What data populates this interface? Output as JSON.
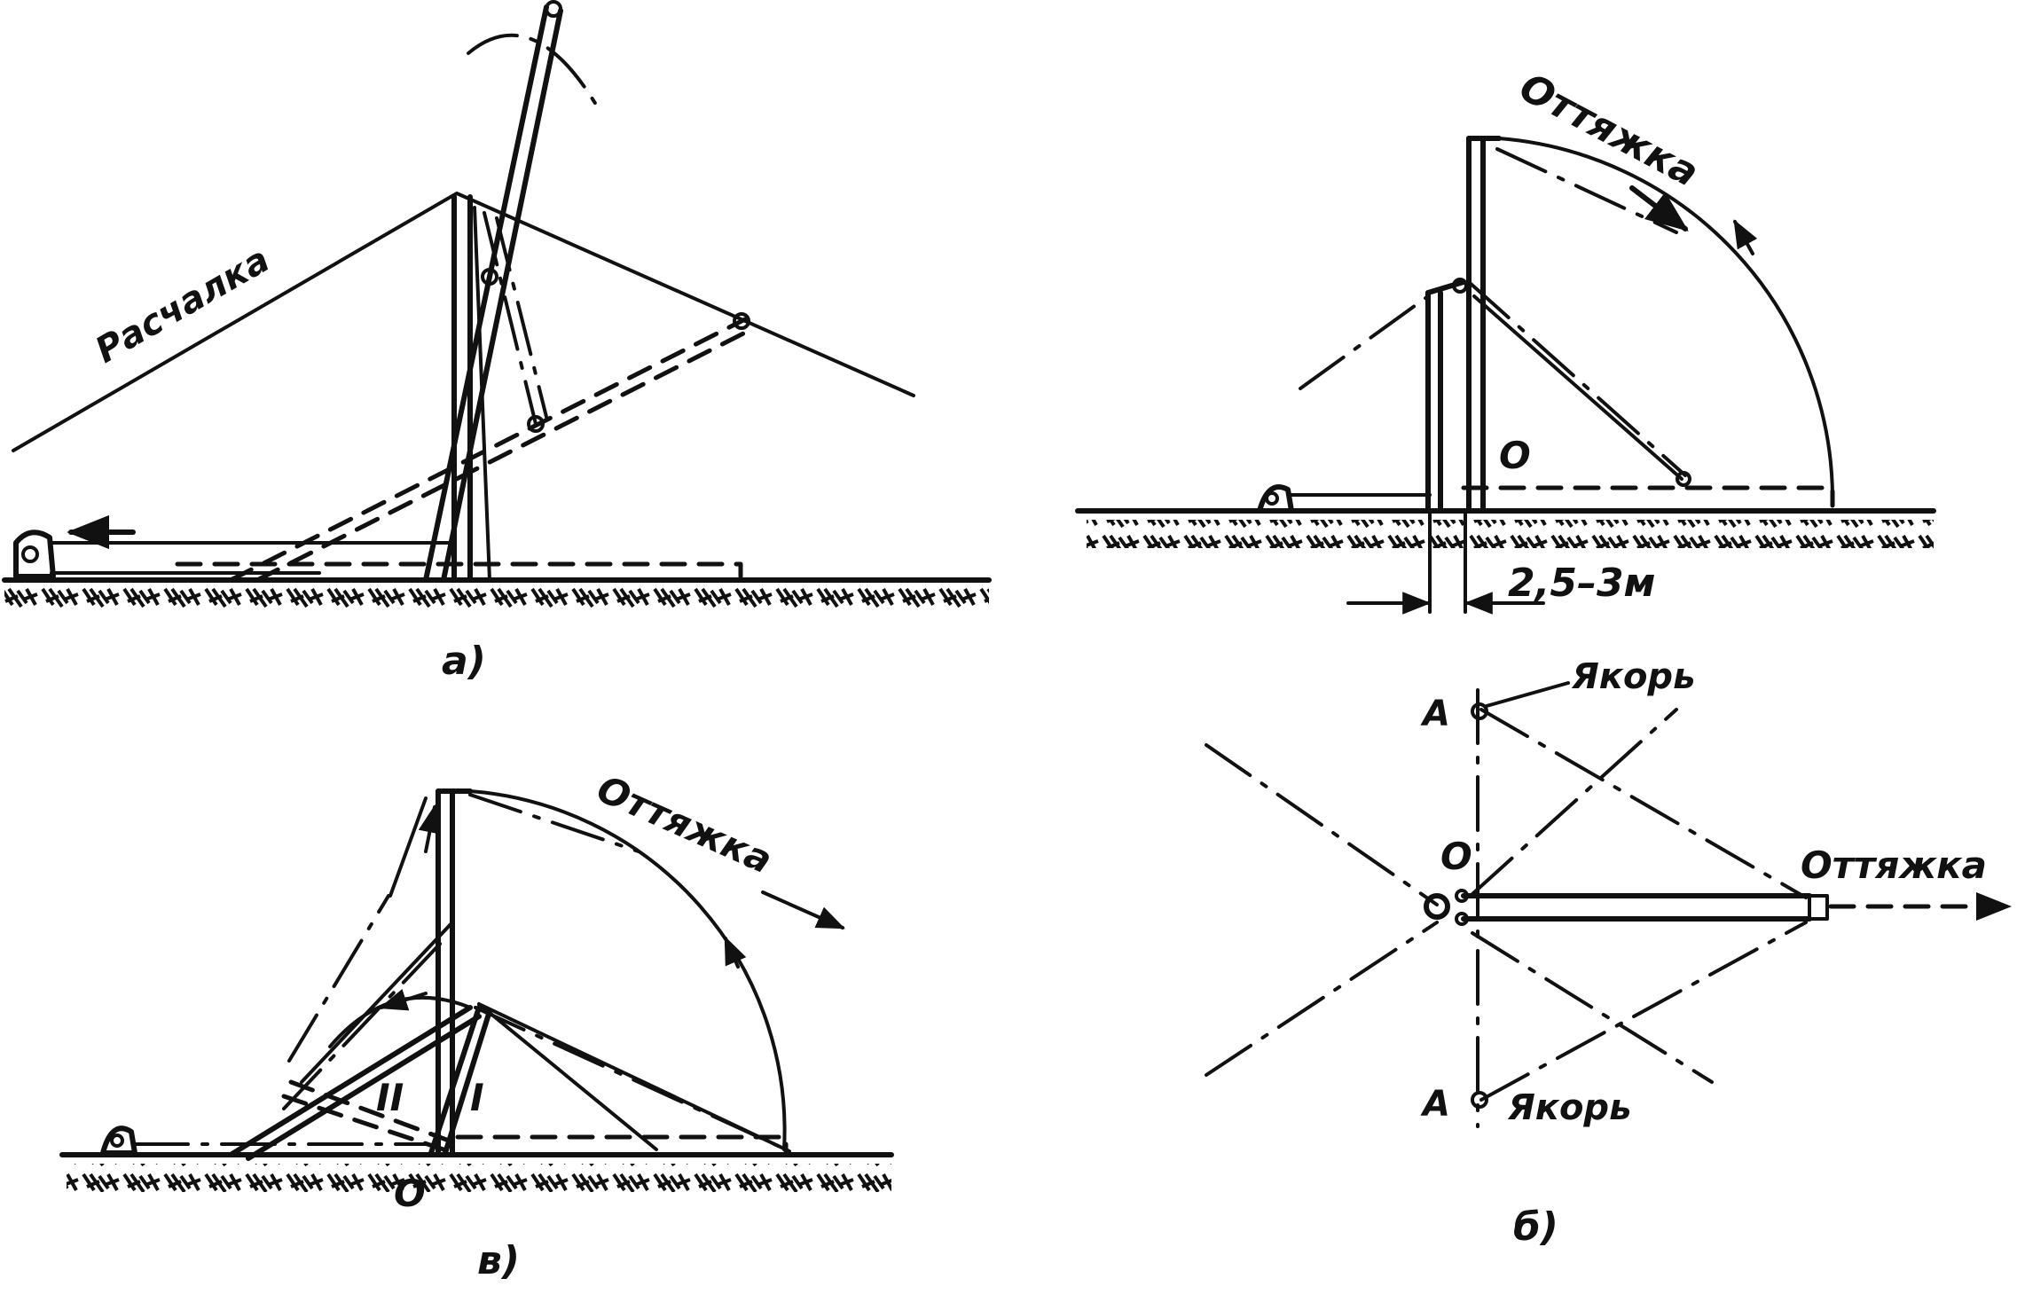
{
  "figure": {
    "panel_a": {
      "caption": "а)",
      "labels": {
        "guy_rope": "Расчалка"
      }
    },
    "panel_upper_right": {
      "labels": {
        "guy": "Оттяжка",
        "pivot": "О",
        "dimension": "2,5–3м"
      }
    },
    "panel_v": {
      "caption": "в)",
      "labels": {
        "guy": "Оттяжка",
        "pivot": "О",
        "position_ii": "II",
        "position_i": "I"
      }
    },
    "panel_b": {
      "caption": "б)",
      "labels": {
        "anchor_top_letter": "А",
        "anchor_top": "Якорь",
        "pivot": "О",
        "guy": "Оттяжка",
        "anchor_bottom_letter": "А",
        "anchor_bottom": "Якорь"
      }
    }
  }
}
